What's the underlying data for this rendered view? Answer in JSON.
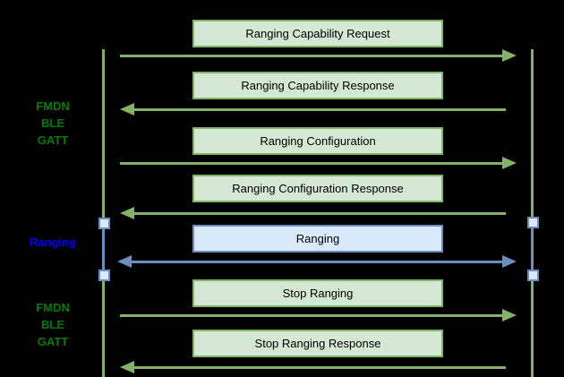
{
  "diagram": {
    "type": "sequence-diagram",
    "background": "#000000",
    "phases": {
      "top": {
        "name": "FMDN BLE GATT",
        "lines": [
          "FMDN",
          "BLE",
          "GATT"
        ],
        "color": "#007d00"
      },
      "middle": {
        "name": "Ranging",
        "lines": [
          "Ranging"
        ],
        "color": "#0000ff"
      },
      "bottom": {
        "name": "FMDN BLE GATT",
        "lines": [
          "FMDN",
          "BLE",
          "GATT"
        ],
        "color": "#007d00"
      }
    },
    "messages": [
      {
        "label": "Ranging Capability Request",
        "direction": "right",
        "channel": "gatt"
      },
      {
        "label": "Ranging Capability Response",
        "direction": "left",
        "channel": "gatt"
      },
      {
        "label": "Ranging Configuration",
        "direction": "right",
        "channel": "gatt"
      },
      {
        "label": "Ranging Configuration Response",
        "direction": "left",
        "channel": "gatt"
      },
      {
        "label": "Ranging",
        "direction": "both",
        "channel": "ranging"
      },
      {
        "label": "Stop Ranging",
        "direction": "right",
        "channel": "gatt"
      },
      {
        "label": "Stop Ranging Response",
        "direction": "left",
        "channel": "gatt"
      }
    ],
    "colors": {
      "gatt_box_fill": "#d5e8d4",
      "gatt_stroke": "#82b366",
      "ranging_box_fill": "#dae8fc",
      "ranging_stroke": "#6c8ebf",
      "phase_label_green": "#007d00",
      "phase_label_blue": "#0000ff",
      "box_text": "#000000",
      "background": "#000000"
    }
  }
}
